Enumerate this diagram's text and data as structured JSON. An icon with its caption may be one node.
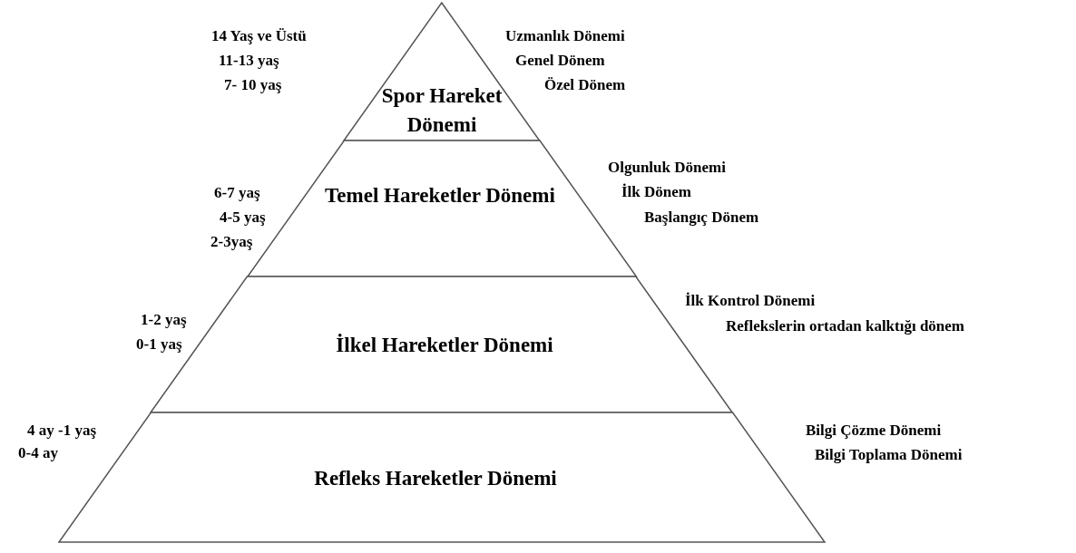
{
  "diagram": {
    "nodes": [
      {
        "text": [
          "Spor Hareket Dönemi"
        ],
        "beside": [
          "14 Yaş ve Üstü",
          "11-13 yaş",
          "7- 10 yaş",
          "Uzmanlık Dönemi",
          "Genel Dönem",
          "Özel Dönem"
        ]
      },
      {
        "text": [
          "Temel Hareketler Dönemi"
        ],
        "beside": [
          "6-7 yaş",
          "4-5 yaş",
          "2-3yaş",
          "Olgunluk Dönemi",
          "İlk Dönem",
          "Başlangıç Dönem"
        ]
      },
      {
        "text": [
          "İlkel Hareketler Dönemi"
        ],
        "beside": [
          "1-2 yaş",
          "0-1 yaş",
          "İlk Kontrol Dönemi",
          "Reflekslerin ortadan kalktığı dönem"
        ]
      },
      {
        "text": [
          "Refleks Hareketler Dönemi"
        ],
        "beside": [
          "4 ay -1 yaş",
          "0-4 ay",
          "Bilgi Çözme Dönemi",
          "Bilgi Toplama Dönemi"
        ]
      }
    ]
  }
}
